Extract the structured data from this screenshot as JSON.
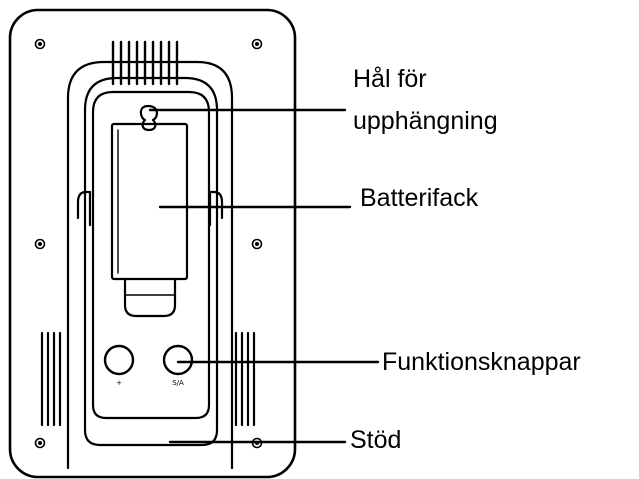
{
  "labels": {
    "hanging_hole_line1": "Hål för",
    "hanging_hole_line2": "upphängning",
    "battery": "Batterifack",
    "buttons": "Funktionsknappar",
    "stand": "Stöd"
  },
  "button_marks": {
    "left": "+",
    "right": "S/A"
  },
  "colors": {
    "line": "#000000",
    "background": "#ffffff"
  }
}
